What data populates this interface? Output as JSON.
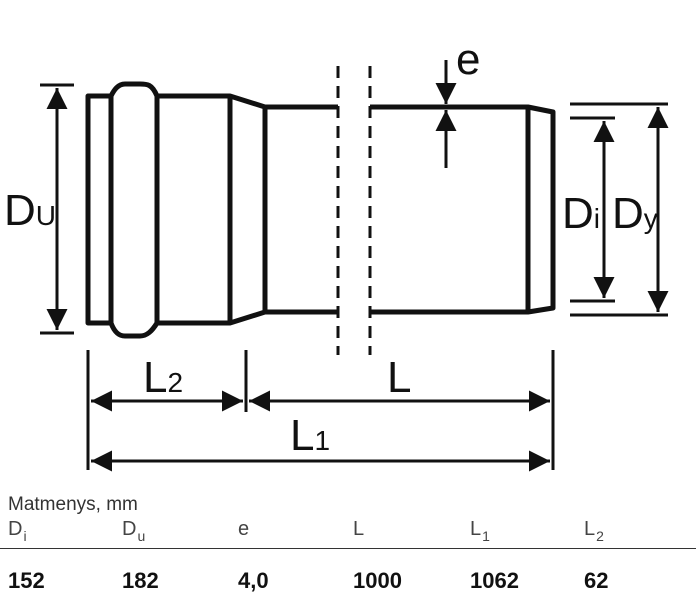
{
  "drawing": {
    "labels": {
      "du_main": "D",
      "du_sub": "U",
      "e": "e",
      "di_main": "D",
      "di_sub": "i",
      "dy_main": "D",
      "dy_sub": "y",
      "l2_main": "L",
      "l2_sub": "2",
      "l": "L",
      "l1_main": "L",
      "l1_sub": "1"
    }
  },
  "specs": {
    "caption": "Matmenys, mm",
    "columns": [
      {
        "main": "D",
        "sub": "i",
        "value": "152"
      },
      {
        "main": "D",
        "sub": "u",
        "value": "182"
      },
      {
        "main": "e",
        "sub": "",
        "value": "4,0"
      },
      {
        "main": "L",
        "sub": "",
        "value": "1000"
      },
      {
        "main": "L",
        "sub": "1",
        "value": "1062"
      },
      {
        "main": "L",
        "sub": "2",
        "value": "62"
      }
    ]
  }
}
